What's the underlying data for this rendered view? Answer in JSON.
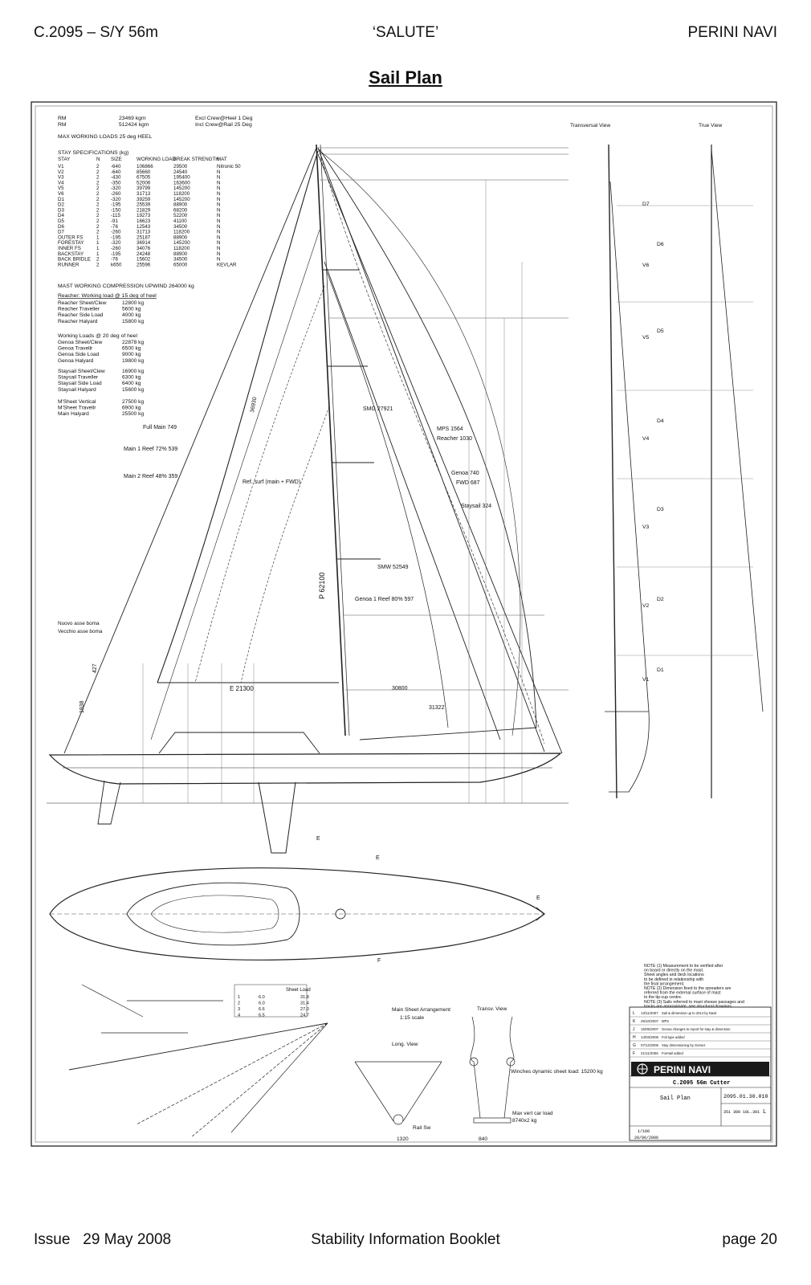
{
  "header": {
    "left": "C.2095 – S/Y 56m",
    "center": "‘SALUTE’",
    "right": "PERINI NAVI"
  },
  "title": "Sail Plan",
  "footer": {
    "left": "Issue   29 May 2008",
    "center": "Stability Information Booklet",
    "right": "page 20"
  },
  "drawing": {
    "rm": [
      "RM",
      "23469 kgm",
      "Excl Crew@Heel  1 Deg"
    ],
    "rm2": [
      "RM",
      "512424 kgm",
      "Incl Crew@Rail  25 Deg"
    ],
    "max_loads": "MAX WORKING LOADS        25 deg      HEEL",
    "stay_spec_title": "STAY SPECIFICATIONS (kg)",
    "stay_headers": [
      "STAY",
      "N",
      "SIZE",
      "WORKING LOAD",
      "BREAK STRENGTH",
      "MAT"
    ],
    "stay_rows": [
      [
        "V1",
        "2",
        "-640",
        "106866",
        "29500",
        "Nitronic 50"
      ],
      [
        "V2",
        "2",
        "-640",
        "85660",
        "24540",
        "N"
      ],
      [
        "V3",
        "2",
        "-430",
        "67505",
        "195400",
        "N"
      ],
      [
        "V4",
        "2",
        "-350",
        "52006",
        "163600",
        "N"
      ],
      [
        "V5",
        "2",
        "-320",
        "39799",
        "145200",
        "N"
      ],
      [
        "V6",
        "2",
        "-260",
        "31713",
        "118200",
        "N"
      ],
      [
        "D1",
        "2",
        "-320",
        "39259",
        "145200",
        "N"
      ],
      [
        "D2",
        "2",
        "-195",
        "25539",
        "88900",
        "N"
      ],
      [
        "D3",
        "2",
        "-150",
        "21829",
        "68200",
        "N"
      ],
      [
        "D4",
        "2",
        "-115",
        "19273",
        "52200",
        "N"
      ],
      [
        "D5",
        "2",
        "-91",
        "16623",
        "41100",
        "N"
      ],
      [
        "D6",
        "2",
        "-76",
        "12543",
        "34500",
        "N"
      ],
      [
        "D7",
        "2",
        "-260",
        "31713",
        "118200",
        "N"
      ],
      [
        "OUTER FS",
        "1",
        "-195",
        "25187",
        "88900",
        "N"
      ],
      [
        "FORESTAY",
        "1",
        "-320",
        "36914",
        "145200",
        "N"
      ],
      [
        "INNER FS",
        "1",
        "-260",
        "34076",
        "118200",
        "N"
      ],
      [
        "BACKSTAY",
        "1",
        "-195",
        "24248",
        "88900",
        "N"
      ],
      [
        "BACK BRIDLE",
        "2",
        "-76",
        "15602",
        "34500",
        "N"
      ],
      [
        "RUNNER",
        "2",
        "k650",
        "25596",
        "65000",
        "KEVLAR"
      ]
    ],
    "compression": "MAST WORKING COMPRESSION UPWIND 264000 kg",
    "reacher_title": "Reacher: Working load @ 15 deg of heel",
    "reacher_rows": [
      [
        "Reacher Sheet/Clew",
        "12800 kg"
      ],
      [
        "Reacher Traveller",
        "5600 kg"
      ],
      [
        "Reacher Side Load",
        "4000 kg"
      ],
      [
        "Reacher Halyard",
        "15800 kg"
      ]
    ],
    "genoa_title": "Working Loads @ 20 deg of heel",
    "genoa_rows": [
      [
        "Genoa Sheet/Clew",
        "22878 kg"
      ],
      [
        "Genoa Travellr",
        "6500 kg"
      ],
      [
        "Genoa Side Load",
        "9000 kg"
      ],
      [
        "Genoa Halyard",
        "19800 kg"
      ]
    ],
    "staysail_rows": [
      [
        "Staysail Sheet/Clew",
        "16900 kg"
      ],
      [
        "Staysail Traveller",
        "6300 kg"
      ],
      [
        "Staysail Side Load",
        "6400 kg"
      ],
      [
        "Staysail Halyard",
        "15600 kg"
      ]
    ],
    "mainsheet_rows": [
      [
        "M'Sheet Vertical",
        "27500 kg"
      ],
      [
        "M'Sheet Travellr",
        "6900 kg"
      ],
      [
        "Main Halyard",
        "25500 kg"
      ]
    ],
    "sail_labels": {
      "full_main": "Full Main   749",
      "main1": "Main 1 Reef 72%   539",
      "main2": "Main 2 Reef 48%   359",
      "smg": "SMG  27921",
      "mps": "MPS 1564",
      "reacher": "Reacher 1030",
      "genoa": "Genoa 740",
      "fwd": "FWD 687",
      "staysail": "Staysail 324",
      "ref": "Ref. surf (main + FWD)",
      "smw": "SMW  52549",
      "genoa1": "Genoa 1 Reef 80%  597",
      "p": "P 62100",
      "e": "E 21300",
      "d30800": "30800",
      "d31322": "31322",
      "d36930": "36930",
      "d1938": "1938",
      "d427": "427",
      "nuovo": "Nuovo asse boma",
      "vecchio": "Vecchio asse boma"
    },
    "views": {
      "transversal": "Transversal View",
      "true": "True View"
    },
    "diag_labels": [
      "D7",
      "D6",
      "V6",
      "D5",
      "V5",
      "D4",
      "V4",
      "D3",
      "V3",
      "D2",
      "V2",
      "D1",
      "V1"
    ],
    "notes": [
      "NOTE (1) Measurement to be verified after",
      "on board or directly on the mast.",
      "Sheet angles and deck locations",
      "to be defined in relationship with",
      "the final arrangement.",
      "NOTE (2) Dimension fixed to the spreaders are",
      "referred from the external surface of mast",
      "to the tip-cup centre.",
      "NOTE (3) Sails referred to mast sheave passages and",
      "tracks are approximate, see structural drawings"
    ],
    "main_sheet": {
      "title": "Main Sheet Arrangement",
      "scale": "1:15 scale",
      "tvw": "Transv. View",
      "long": "Long. View",
      "winch": "Winches dynamic sheet load: 15200 kg",
      "car": "Max vert car load",
      "car2": "8740x2 kg",
      "railsw": "Rail Sw",
      "d1320": "1320",
      "d840": "840"
    },
    "titleblock": {
      "company": "PERINI NAVI",
      "project": "C.2095 56m Cutter",
      "name": "Sail Plan",
      "number": "2095.01.30.010",
      "rev": "L",
      "sub": "351 300 10L.301",
      "scale": "1/100",
      "date": "20/06/2006",
      "rev_rows": [
        [
          "L",
          "13/11/2007",
          "Sail & dimension up to 2014 by Navit"
        ],
        [
          "K",
          "25/10/2007",
          "MPS"
        ],
        [
          "J",
          "15/05/2007",
          "Genoa changes to report for stay & dimension"
        ],
        [
          "H",
          "14/03/2006",
          "Foil type added"
        ],
        [
          "G",
          "07/12/2006",
          "Stay dimensioning by Gomez"
        ],
        [
          "F",
          "21/11/2006",
          "Foretail added"
        ]
      ]
    },
    "sheet_load_table": {
      "title": "Sheet Load",
      "rows": [
        [
          "1",
          "",
          "6.0",
          "",
          "",
          "",
          "31.8"
        ],
        [
          "2",
          "",
          "6.0",
          "",
          "",
          "",
          "31.4"
        ],
        [
          "3",
          "",
          "6.6",
          "",
          "",
          "",
          "27.0"
        ],
        [
          "4",
          "",
          "6.5",
          "",
          "",
          "",
          "24.7"
        ]
      ]
    },
    "callout_e": "E",
    "callout_f": "F"
  }
}
